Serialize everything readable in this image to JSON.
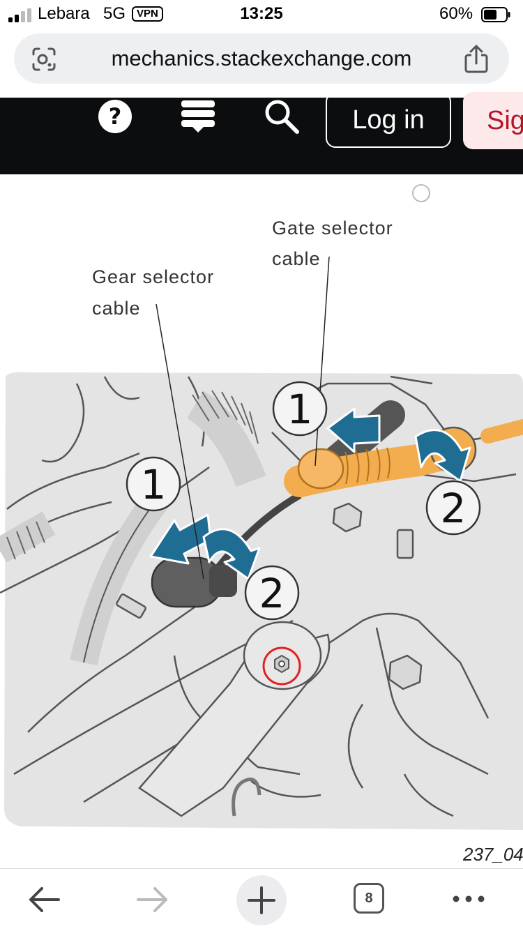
{
  "status_bar": {
    "carrier": "Lebara",
    "network": "5G",
    "vpn_badge": "VPN",
    "time": "13:25",
    "battery_percent": "60%",
    "battery_level": 0.6
  },
  "browser": {
    "url": "mechanics.stackexchange.com",
    "tab_count": "8"
  },
  "site_header": {
    "login_label": "Log in",
    "signup_label": "Sig"
  },
  "diagram": {
    "gate_caption_line1": "Gate selector",
    "gate_caption_line2": "cable",
    "gear_caption_line1": "Gear selector",
    "gear_caption_line2": "cable",
    "step_labels": [
      "1",
      "1",
      "2",
      "2"
    ],
    "figure_id": "237_04",
    "colors": {
      "gate_cable": "#f3ad4e",
      "arrow": "#1f6d93",
      "highlight_ring": "#e02020",
      "background": "#e4e4e4"
    }
  }
}
